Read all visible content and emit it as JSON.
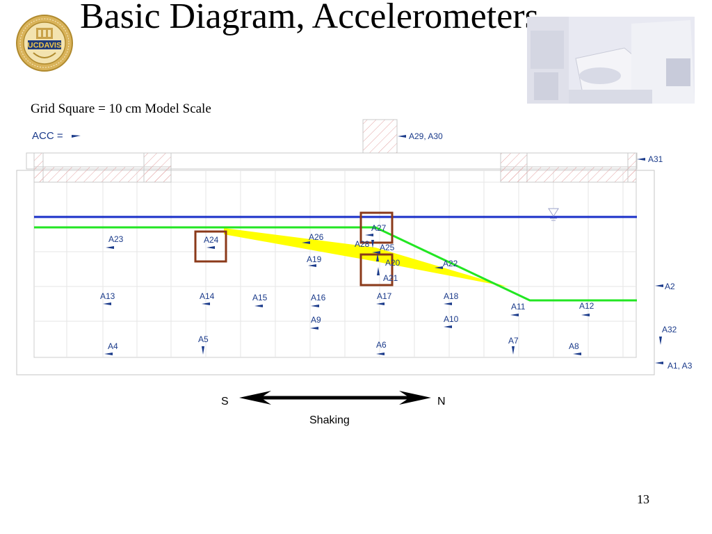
{
  "title": "Basic Diagram, Accelerometers",
  "subtitle": "Grid Square = 10 cm Model Scale",
  "page_number": "13",
  "logo": {
    "text": "UCDAVIS",
    "ring_text": "UNIVERSITY OF CALIFORNIA"
  },
  "legend": {
    "acc_label": "ACC ="
  },
  "accelerometers": [
    "A1, A3",
    "A2",
    "A4",
    "A5",
    "A6",
    "A7",
    "A8",
    "A9",
    "A10",
    "A11",
    "A12",
    "A13",
    "A14",
    "A15",
    "A16",
    "A17",
    "A18",
    "A19",
    "A20",
    "A21",
    "A22",
    "A23",
    "A24",
    "A25",
    "A26",
    "A27",
    "A28",
    "A29, A30",
    "A31",
    "A32"
  ],
  "shaking": {
    "south": "S",
    "north": "N",
    "label": "Shaking"
  },
  "colors": {
    "water_line": "#1a2fc8",
    "slope_line": "#22e622",
    "highlight_zone": "#ffff00",
    "box_outline": "#8b3a1a",
    "sensor_marker": "#1a3a8a"
  }
}
